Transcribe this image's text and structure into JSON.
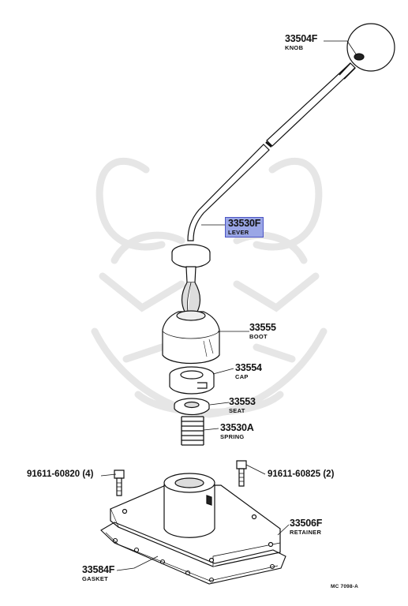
{
  "colors": {
    "ink": "#111111",
    "highlight_fill": "#9aa6e6",
    "highlight_border": "#4c55c4",
    "watermark": "#e4e4e4"
  },
  "watermark": {
    "icon": "samurai-helmet-logo"
  },
  "parts": {
    "knob": {
      "number": "33504F",
      "name": "KNOB"
    },
    "lever": {
      "number": "33530F",
      "name": "LEVER",
      "highlighted": true
    },
    "boot": {
      "number": "33555",
      "name": "BOOT"
    },
    "cap": {
      "number": "33554",
      "name": "CAP"
    },
    "seat": {
      "number": "33553",
      "name": "SEAT"
    },
    "spring": {
      "number": "33530A",
      "name": "SPRING"
    },
    "bolt_left": {
      "label": "91611-60820 (4)"
    },
    "bolt_right": {
      "label": "91611-60825 (2)"
    },
    "retainer": {
      "number": "33506F",
      "name": "RETAINER"
    },
    "gasket": {
      "number": "33584F",
      "name": "GASKET"
    }
  },
  "diagram_code": "MC 7098-A"
}
